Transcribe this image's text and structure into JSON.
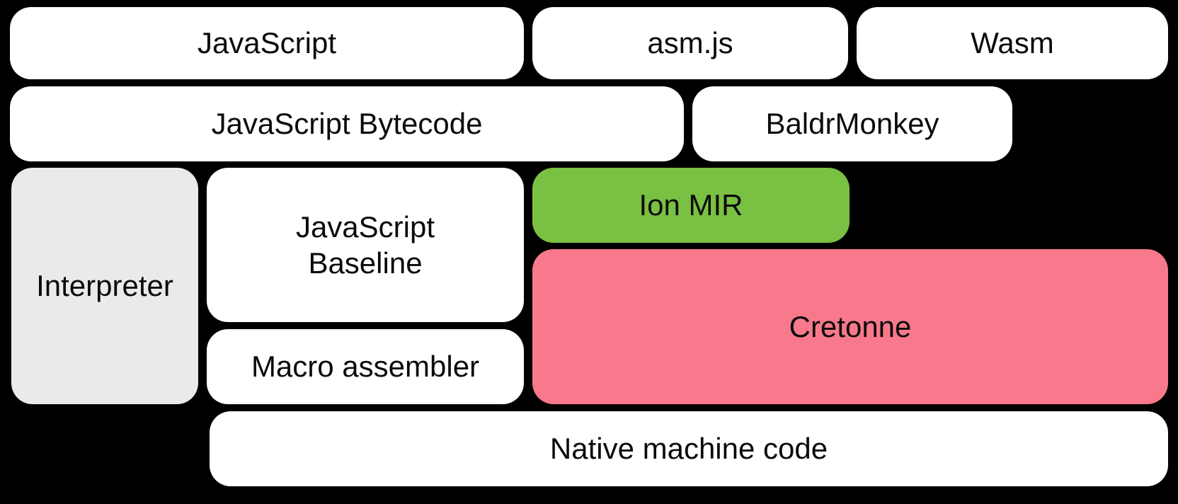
{
  "diagram": {
    "background_color": "#000000",
    "text_color": "#0b0b0b",
    "colors": {
      "default_box": "#ffffff",
      "interpreter_gray": "#eaeaea",
      "ion_mir_green": "#7ac143",
      "cretonne_pink": "#f7798b"
    },
    "boxes": {
      "javascript": {
        "label": "JavaScript"
      },
      "asmjs": {
        "label": "asm.js"
      },
      "wasm": {
        "label": "Wasm"
      },
      "js_bytecode": {
        "label": "JavaScript Bytecode"
      },
      "baldrmonkey": {
        "label": "BaldrMonkey"
      },
      "interpreter": {
        "label": "Interpreter"
      },
      "js_baseline": {
        "label": "JavaScript Baseline",
        "lines": [
          "JavaScript",
          "Baseline"
        ]
      },
      "ion_mir": {
        "label": "Ion MIR"
      },
      "cretonne": {
        "label": "Cretonne"
      },
      "macro_assembler": {
        "label": "Macro assembler"
      },
      "native_code": {
        "label": "Native machine code"
      }
    }
  }
}
